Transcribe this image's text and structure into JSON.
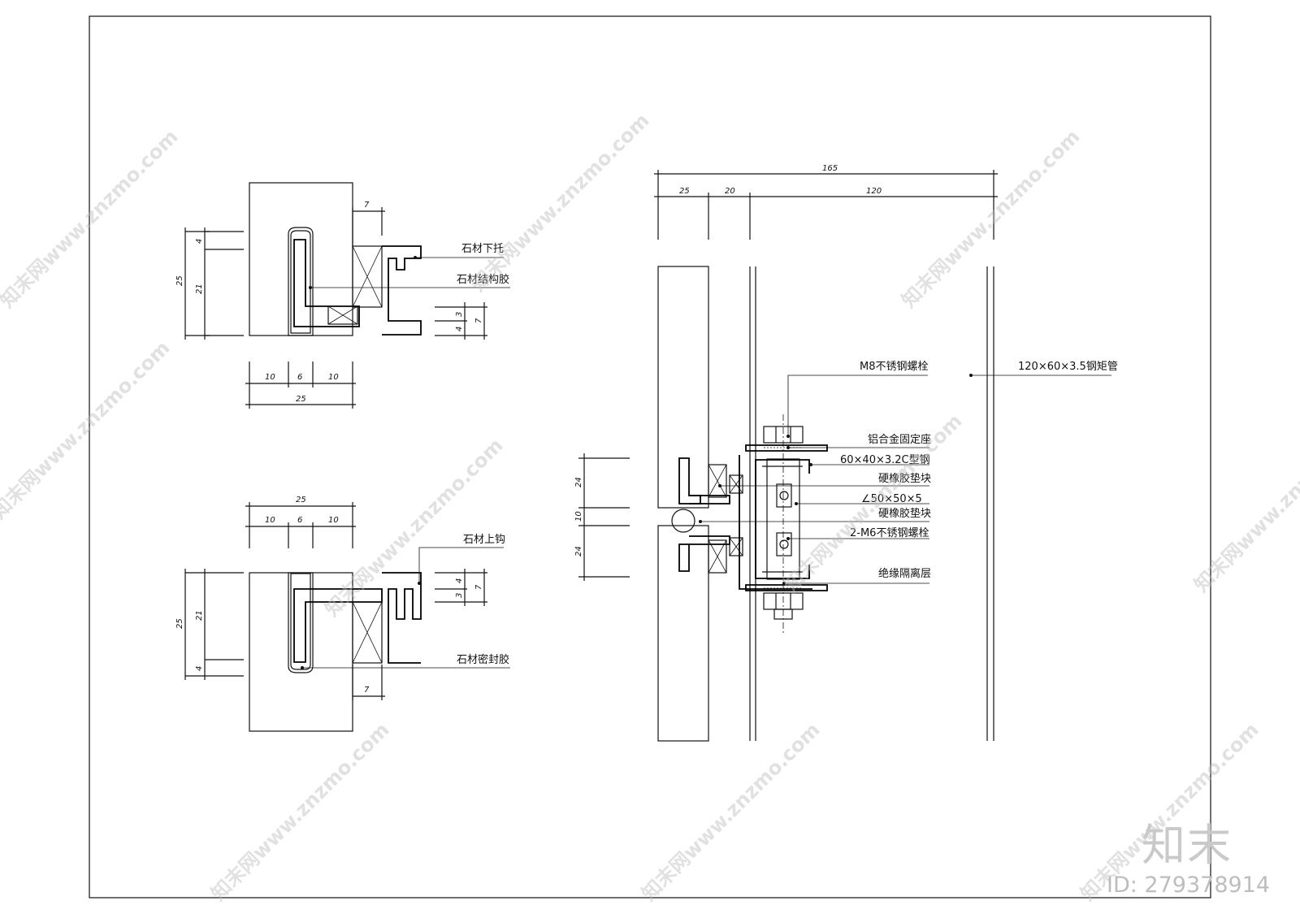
{
  "labels": {
    "stone_bottom_support": "石材下托",
    "stone_structural_glue": "石材结构胶",
    "stone_top_hook": "石材上钩",
    "stone_sealant": "石材密封胶",
    "m8_bolt": "M8不锈钢螺栓",
    "steel_tube": "120×60×3.5钢矩管",
    "al_base": "铝合金固定座",
    "c_steel": "60×40×3.2C型钢",
    "rubber_pad_1": "硬橡胶垫块",
    "angle_steel": "∠50×50×5",
    "rubber_pad_2": "硬橡胶垫块",
    "m6_bolts": "2-M6不锈钢螺栓",
    "insulation": "绝缘隔离层"
  },
  "dims": {
    "top_left": {
      "h7": "7",
      "v4": "4",
      "v21": "21",
      "v25": "25",
      "s3": "3",
      "s4": "4",
      "s7": "7",
      "b10a": "10",
      "b6": "6",
      "b10b": "10",
      "b25": "25"
    },
    "bottom_left": {
      "t25": "25",
      "t10a": "10",
      "t6": "6",
      "t10b": "10",
      "v21": "21",
      "v25": "25",
      "v4": "4",
      "s4": "4",
      "s3": "3",
      "s7": "7",
      "h7": "7"
    },
    "right": {
      "total": "165",
      "d25": "25",
      "d20": "20",
      "d120": "120",
      "v24a": "24",
      "v10": "10",
      "v24b": "24"
    }
  },
  "watermark": {
    "text": "知末网www.znzmo.com"
  },
  "brand": {
    "logo_text": "知末",
    "id_text": "ID: 279378914"
  }
}
